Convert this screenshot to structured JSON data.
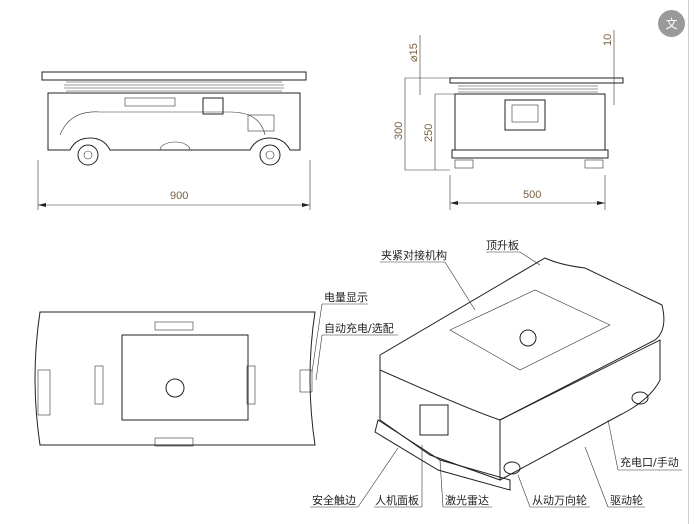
{
  "dimensions": {
    "front_width": "900",
    "side_width": "500",
    "total_height": "300",
    "body_height": "250",
    "pin_diameter": "⌀15",
    "plate_thickness": "10"
  },
  "callouts": {
    "clamp_docking": "夹紧对接机构",
    "lift_plate": "顶升板",
    "battery_display": "电量显示",
    "auto_charge": "自动充电/选配",
    "charge_port": "充电口/手动",
    "drive_wheel": "驱动轮",
    "caster_wheel": "从动万向轮",
    "lidar": "激光雷达",
    "hmi_panel": "人机面板",
    "safety_edge": "安全触边"
  },
  "translate_button": {
    "icon": "translate-icon",
    "glyph": "文"
  }
}
